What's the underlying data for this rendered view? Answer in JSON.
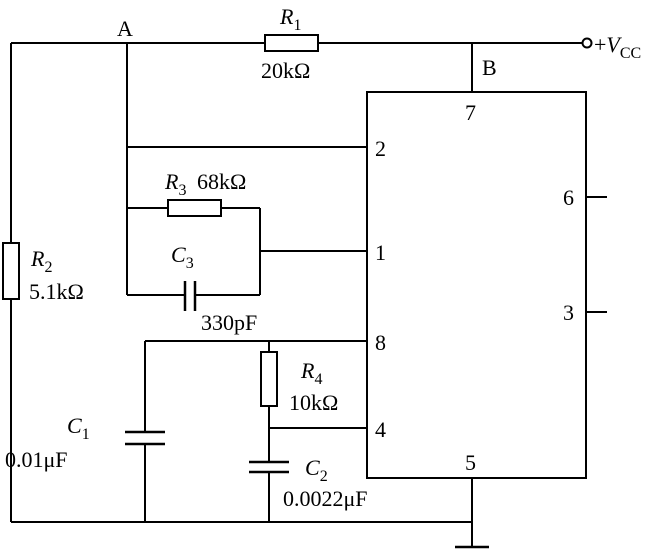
{
  "nodes": {
    "a": "A",
    "b": "B"
  },
  "supply": {
    "prefix": "+",
    "symbol": "V",
    "subscript": "CC"
  },
  "components": {
    "r1": {
      "symbol": "R",
      "index": "1",
      "value": "20kΩ"
    },
    "r2": {
      "symbol": "R",
      "index": "2",
      "value": "5.1kΩ"
    },
    "r3": {
      "symbol": "R",
      "index": "3",
      "value": "68kΩ"
    },
    "r4": {
      "symbol": "R",
      "index": "4",
      "value": "10kΩ"
    },
    "c1": {
      "symbol": "C",
      "index": "1",
      "value": "0.01μF"
    },
    "c2": {
      "symbol": "C",
      "index": "2",
      "value": "0.0022μF"
    },
    "c3": {
      "symbol": "C",
      "index": "3",
      "value": "330pF"
    }
  },
  "ic": {
    "pins": {
      "p1": "1",
      "p2": "2",
      "p3": "3",
      "p4": "4",
      "p5": "5",
      "p6": "6",
      "p7": "7",
      "p8": "8"
    }
  }
}
